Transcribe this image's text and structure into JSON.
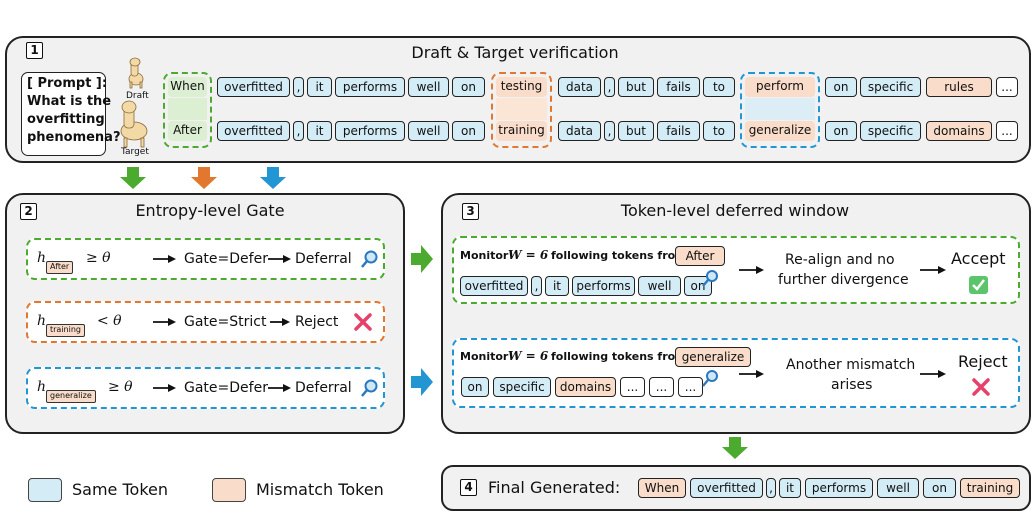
{
  "panel1": {
    "num": "1",
    "title": "Draft & Target verification",
    "prompt_label": "[ Prompt ]:",
    "prompt_lines": [
      "What is the",
      "overfitting",
      "phenomena?"
    ],
    "draft_label": "Draft",
    "target_label": "Target",
    "draft_tokens": [
      "When",
      "overfitted",
      ",",
      "it",
      "performs",
      "well",
      "on",
      "testing",
      "data",
      ",",
      "but",
      "fails",
      "to",
      "perform",
      "on",
      "specific",
      "rules",
      "..."
    ],
    "target_tokens": [
      "After",
      "overfitted",
      ",",
      "it",
      "performs",
      "well",
      "on",
      "training",
      "data",
      ",",
      "but",
      "fails",
      "to",
      "generalize",
      "on",
      "specific",
      "domains",
      "..."
    ]
  },
  "panel2": {
    "num": "2",
    "title": "Entropy-level Gate",
    "rows": [
      {
        "sub": "After",
        "op": "≥ θ",
        "gate": "Gate=Defer",
        "result": "Deferral"
      },
      {
        "sub": "training",
        "op": "< θ",
        "gate": "Gate=Strict",
        "result": "Reject"
      },
      {
        "sub": "generalize",
        "op": "≥ θ",
        "gate": "Gate=Defer",
        "result": "Deferral"
      }
    ]
  },
  "panel3": {
    "num": "3",
    "title": "Token-level deferred window",
    "monitor_a": "Monitor",
    "monitor_w": "W = 6",
    "monitor_b": "following tokens from",
    "top": {
      "from": "After",
      "tokens": [
        "overfitted",
        ",",
        "it",
        "performs",
        "well",
        "on"
      ],
      "desc": [
        "Re-align and no",
        "further divergence"
      ],
      "outcome": "Accept"
    },
    "bottom": {
      "from": "generalize",
      "tokens": [
        "on",
        "specific",
        "domains",
        "...",
        "...",
        "..."
      ],
      "desc": [
        "Another mismatch",
        "arises"
      ],
      "outcome": "Reject"
    }
  },
  "panel4": {
    "num": "4",
    "title": "Final Generated:",
    "tokens": [
      "When",
      "overfitted",
      ",",
      "it",
      "performs",
      "well",
      "on",
      "training"
    ]
  },
  "legend": {
    "same": "Same Token",
    "mismatch": "Mismatch Token"
  },
  "colors": {
    "same": "#d3ecf6",
    "mismatch": "#f9dcc9",
    "green": "#4caa2f",
    "orange": "#e2782f",
    "blue": "#2196d3",
    "check": "#5cc46a",
    "cross": "#e8406a"
  }
}
